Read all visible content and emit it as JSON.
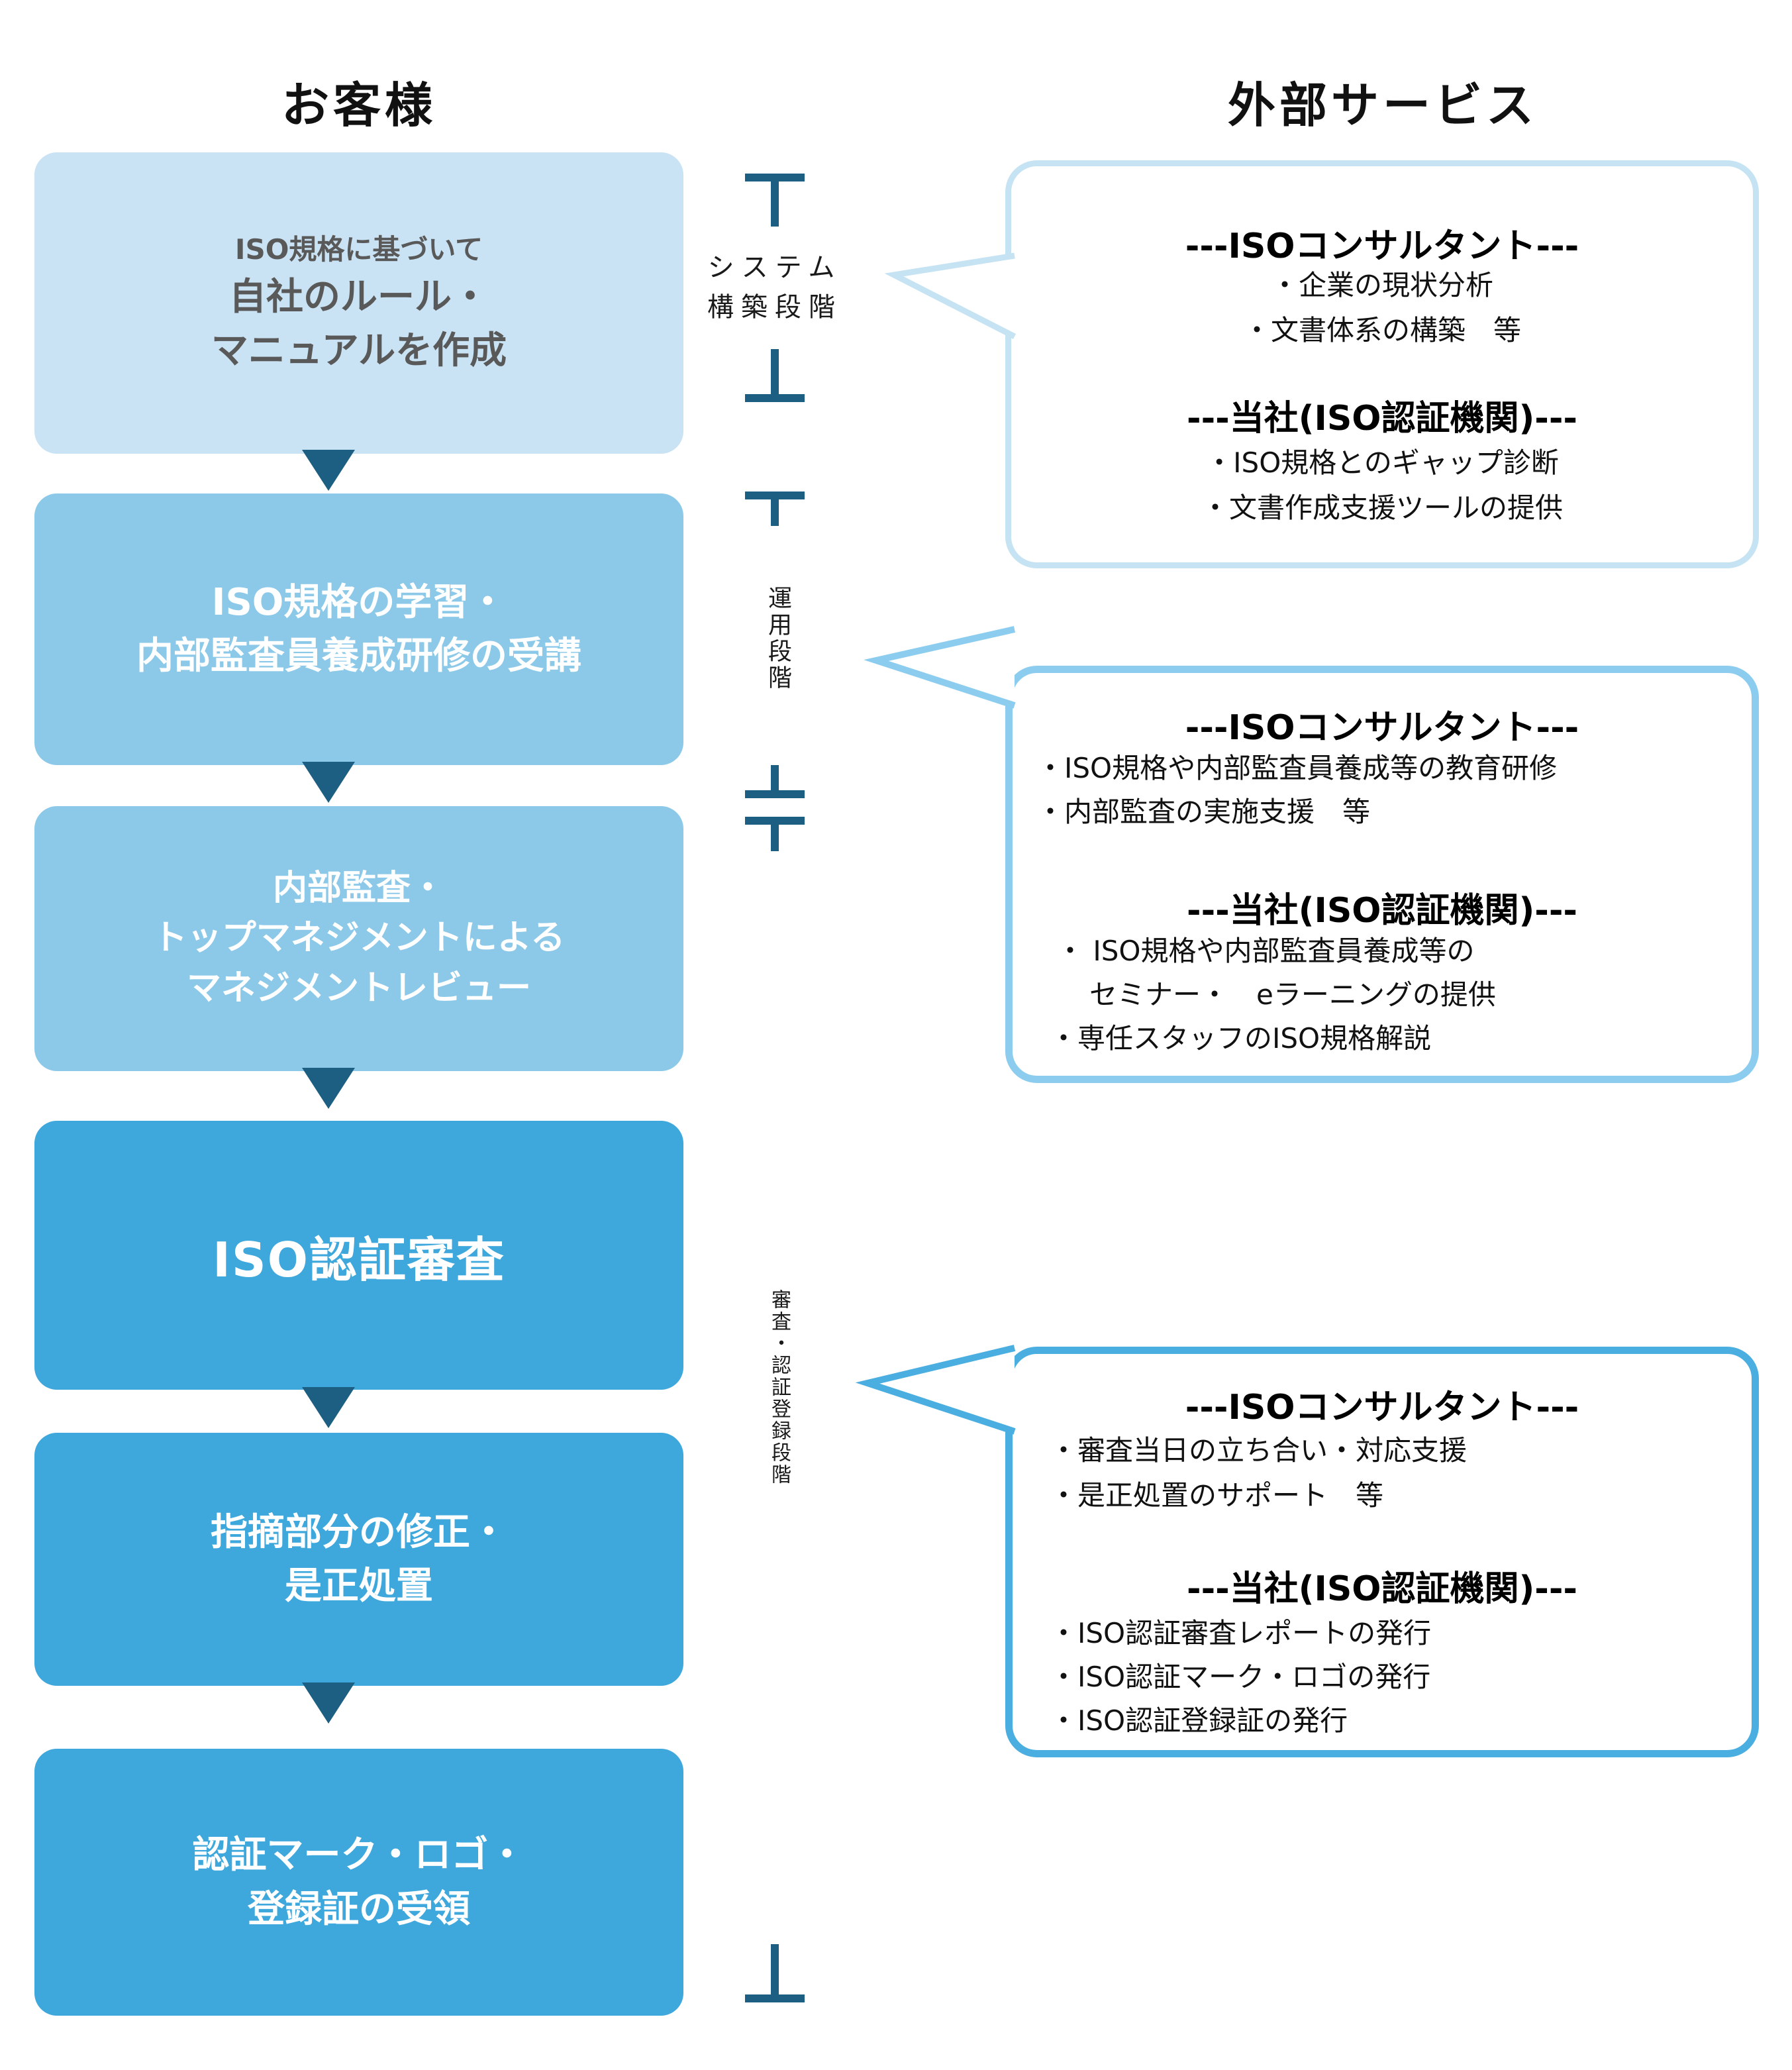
{
  "titles": {
    "customer": "お客様",
    "external": "外部サービス"
  },
  "flow_boxes": [
    {
      "l1": "ISO規格に基づいて",
      "l2": "自社のルール・",
      "l3": "マニュアルを作成"
    },
    {
      "l1": "ISO規格の学習・",
      "l2": "内部監査員養成研修の受講"
    },
    {
      "l1": "内部監査・",
      "l2": "トップマネジメントによる",
      "l3": "マネジメントレビュー"
    },
    {
      "l1": "ISO認証審査"
    },
    {
      "l1": "指摘部分の修正・",
      "l2": "是正処置"
    },
    {
      "l1": "認証マーク・ロゴ・",
      "l2": "登録証の受領"
    }
  ],
  "stages": [
    {
      "label": "システム構築段階",
      "line1": "システム",
      "line2": "構築段階"
    },
    {
      "label": "運用段階"
    },
    {
      "label": "審査・認証登録段階"
    }
  ],
  "callouts": [
    {
      "h1": "---ISOコンサルタント---",
      "i1": "・企業の現状分析",
      "i2": "・文書体系の構築　等",
      "h2": "---当社(ISO認証機関)---",
      "i3": "・ISO規格とのギャップ診断",
      "i4": "・文書作成支援ツールの提供"
    },
    {
      "h1": "---ISOコンサルタント---",
      "i1": "・ISO規格や内部監査員養成等の教育研修",
      "i2": "・内部監査の実施支援　等",
      "h2": "---当社(ISO認証機関)---",
      "i3": "・ ISO規格や内部監査員養成等の",
      "i4": "セミナー・　eラーニングの提供",
      "i5": "・専任スタッフのISO規格解説"
    },
    {
      "h1": "---ISOコンサルタント---",
      "i1": "・審査当日の立ち合い・対応支援",
      "i2": "・是正処置のサポート　等",
      "h2": "---当社(ISO認証機関)---",
      "i3": "・ISO認証審査レポートの発行",
      "i4": "・ISO認証マーク・ロゴの発行",
      "i5": "・ISO認証登録証の発行"
    }
  ],
  "colors": {
    "box_light": "#c9e3f4",
    "box_mid": "#8cc9e9",
    "box_strong": "#3ea7dc",
    "box1_text": "#595959",
    "arrow_bracket": "#1d5f83",
    "callout1_border": "#c5e3f3",
    "callout2_border": "#8ccdef",
    "callout3_border": "#4aaee0"
  }
}
